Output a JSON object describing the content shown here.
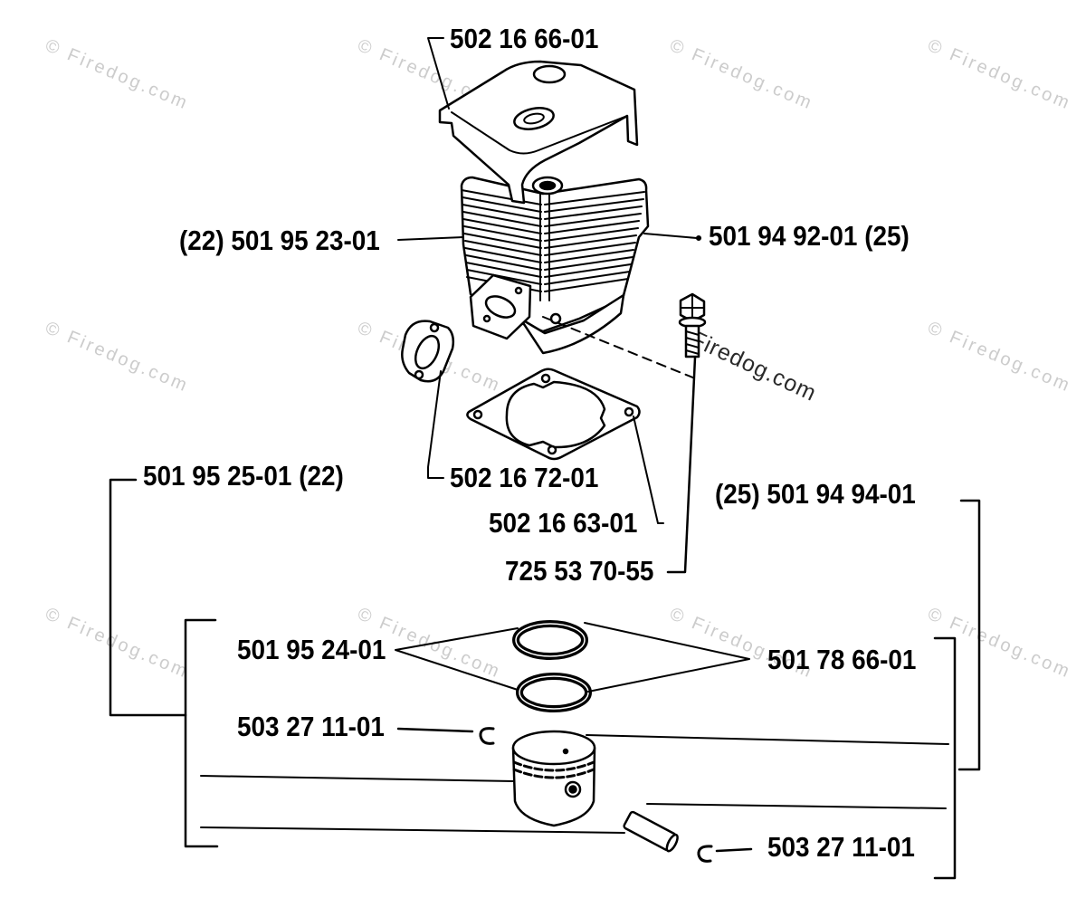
{
  "callouts": [
    {
      "text": "502 16 66-01"
    },
    {
      "text": "(22) 501 95 23-01"
    },
    {
      "text": "501 94 92-01 (25)"
    },
    {
      "text": "501 95 25-01 (22)"
    },
    {
      "text": "502 16 72-01"
    },
    {
      "text": "(25) 501 94 94-01"
    },
    {
      "text": "502 16 63-01"
    },
    {
      "text": "725 53 70-55"
    },
    {
      "text": "501 95 24-01"
    },
    {
      "text": "501 78 66-01"
    },
    {
      "text": "503 27 11-01"
    },
    {
      "text": "503 27 11-01"
    }
  ],
  "watermark": {
    "text": "© Firedog.com",
    "text_emphasized": "Firedog.com"
  },
  "colors": {
    "ink": "#000000",
    "watermark": "#cccccc",
    "watermark_emphasized": "#2a2a2a",
    "background": "#ffffff"
  }
}
